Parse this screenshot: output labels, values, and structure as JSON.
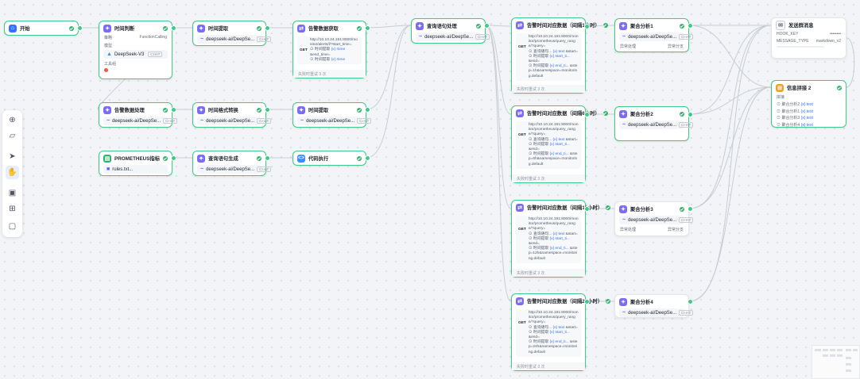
{
  "nodes": {
    "start": {
      "title": "开始"
    },
    "time_judge": {
      "title": "时间判断",
      "mode_label": "策略",
      "mode_value": "FunctionCalling",
      "model_label": "模型",
      "model": "DeepSeek-V3",
      "model_tag": "CHAT",
      "tool_label": "工具组"
    },
    "time_fetch1": {
      "title": "时间提取",
      "model": "deepseek-ai/DeepSe...",
      "model_tag": "CHAT"
    },
    "alarm_fetch": {
      "title": "告警数据获取",
      "url": "http://10.10.24.191:8000/monitor/alerts/l/?start_time=",
      "method": "GET",
      "param1_label": "时间提取",
      "param1_tag": "{x} rtime",
      "param1_rest": "&end_time=",
      "param2_label": "时间提取",
      "param2_tag": "{x} rtime",
      "footer": "失败时重试 3 次"
    },
    "alarm_process": {
      "title": "告警数据处理",
      "model": "deepseek-ai/DeepSe...",
      "model_tag": "CHAT"
    },
    "time_format": {
      "title": "时间格式转换",
      "model": "deepseek-ai/DeepSe...",
      "model_tag": "CHAT"
    },
    "time_fetch2": {
      "title": "时间提取",
      "model": "deepseek-ai/DeepSe...",
      "model_tag": "CHAT"
    },
    "prometheus": {
      "title": "PROMETHEUS指标",
      "file": "rules.txt..."
    },
    "query_gen": {
      "title": "查询语句生成",
      "model": "deepseek-ai/DeepSe...",
      "model_tag": "CHAT"
    },
    "code_exec": {
      "title": "代码执行"
    },
    "query_process": {
      "title": "查询语句处理",
      "model": "deepseek-ai/DeepSe...",
      "model_tag": "CHAT"
    },
    "ts_data": [
      {
        "title": "告警时间对应数据（间隔1小时）",
        "url": "http://10.10.24.191:8000/monitor/prometheus/query_range/?query=",
        "line2_label": "查询语句...",
        "line2_tag": "{x} text",
        "line2_rest": "&start=",
        "line3_label": "时间提取",
        "line3_tag": "{x} start_ti...",
        "line3_rest": "&end=",
        "line4_label": "时间提取",
        "line4_tag": "{x} end_ti...",
        "line4_rest": "&step=1h&namespace=monitoring.default",
        "method": "GET",
        "footer": "失败时重试 3 次"
      },
      {
        "title": "告警时间对应数据（间隔6小时）",
        "url": "http://10.10.24.191:8000/monitor/prometheus/query_range/?query=",
        "line2_label": "查询语句...",
        "line2_tag": "{x} text",
        "line2_rest": "&start=",
        "line3_label": "时间提取",
        "line3_tag": "{x} start_ti...",
        "line3_rest": "&end=",
        "line4_label": "时间提取",
        "line4_tag": "{x} end_ti...",
        "line4_rest": "&step=6h&namespace=monitoring.default",
        "method": "GET",
        "footer": "失败时重试 3 次"
      },
      {
        "title": "告警时间对应数据（间隔12小时）",
        "url": "http://10.10.24.191:8000/monitor/prometheus/query_range/?query=",
        "line2_label": "查询语句...",
        "line2_tag": "{x} text",
        "line2_rest": "&start=",
        "line3_label": "时间提取",
        "line3_tag": "{x} start_ti...",
        "line3_rest": "&end=",
        "line4_label": "时间提取",
        "line4_tag": "{x} end_ti...",
        "line4_rest": "&step=12h&namespace=monitoring.default",
        "method": "GET",
        "footer": "失败时重试 3 次"
      },
      {
        "title": "告警时间对应数据（间隔24小时）",
        "url": "http://10.10.24.191:8000/monitor/prometheus/query_range/?query=",
        "line2_label": "查询语句...",
        "line2_tag": "{x} text",
        "line2_rest": "&start=",
        "line3_label": "时间提取",
        "line3_tag": "{x} start_ti...",
        "line3_rest": "&end=",
        "line4_label": "时间提取",
        "line4_tag": "{x} end_ti...",
        "line4_rest": "&step=24h&namespace=monitoring.default",
        "method": "GET",
        "footer": "失败时重试 3 次"
      }
    ],
    "agg": [
      {
        "title": "聚合分析1",
        "model": "deepseek-ai/DeepSe...",
        "model_tag": "CHAT",
        "left": "异常处理",
        "right": "异常分支"
      },
      {
        "title": "聚合分析2",
        "model": "deepseek-ai/DeepSe...",
        "model_tag": "CHAT"
      },
      {
        "title": "聚合分析3",
        "model": "deepseek-ai/DeepSe...",
        "model_tag": "CHAT",
        "left": "异常处理",
        "right": "异常分支"
      },
      {
        "title": "聚合分析4",
        "model": "deepseek-ai/DeepSe...",
        "model_tag": "CHAT"
      }
    ],
    "send_msg": {
      "title": "发送群消息",
      "hook_label": "HOOK_KEY",
      "hook_value": "••••••••",
      "type_label": "MESSAGE_TYPE",
      "type_value": "markdown_v2"
    },
    "msg_combine": {
      "title": "信息拼接 2",
      "label": "拼接",
      "items": [
        {
          "name": "聚合分析2",
          "tag": "{x} text"
        },
        {
          "name": "聚合分析1",
          "tag": "{x} text"
        },
        {
          "name": "聚合分析3",
          "tag": "{x} text"
        },
        {
          "name": "聚合分析4",
          "tag": "{x} text"
        }
      ]
    }
  },
  "toolbar": [
    "add-icon",
    "note-icon",
    "pointer-icon",
    "hand-icon",
    "image-icon",
    "layout-icon",
    "minimap-icon"
  ],
  "colors": {
    "success": "#3fc98a",
    "primary": "#2b5ce6",
    "edge": "#c8ccd3"
  }
}
